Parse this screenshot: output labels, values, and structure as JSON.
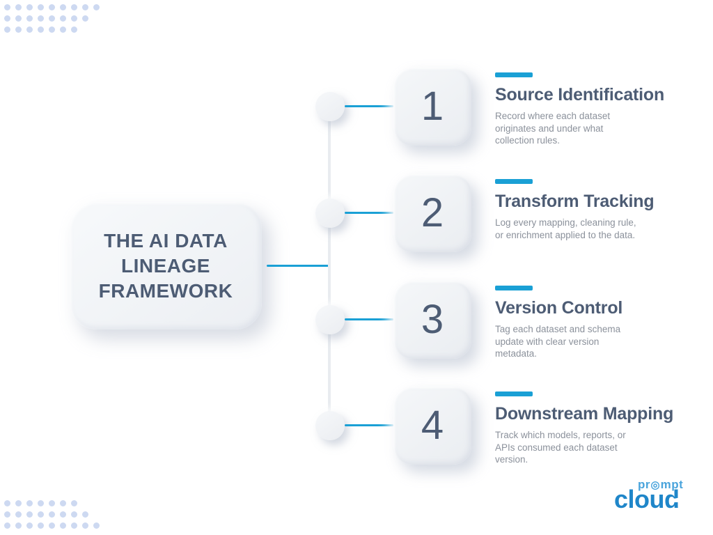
{
  "theme": {
    "accent": "#1aa0d5",
    "heading": "#4d5c74",
    "body": "#8b919b",
    "card_bg": "#eef0f4",
    "line": "#e9ecf0",
    "dot": "#cdd9f1",
    "logo_light": "#4aa4dc",
    "logo_blue": "#1f86c9",
    "bg": "#ffffff"
  },
  "decor": {
    "top_left_rows": [
      9,
      8,
      7
    ],
    "bottom_left_rows": [
      7,
      8,
      9
    ]
  },
  "title_card": {
    "lines": [
      "THE AI DATA",
      "LINEAGE",
      "FRAMEWORK"
    ]
  },
  "steps": [
    {
      "number": "1",
      "heading": "Source Identification",
      "body_lines": [
        "Record where each dataset",
        "originates and under what",
        "collection rules."
      ]
    },
    {
      "number": "2",
      "heading": "Transform Tracking",
      "body_lines": [
        "Log every mapping, cleaning rule,",
        "or enrichment applied to the data."
      ]
    },
    {
      "number": "3",
      "heading": "Version Control",
      "body_lines": [
        "Tag each dataset and schema",
        "update with clear version",
        "metadata."
      ]
    },
    {
      "number": "4",
      "heading": "Downstream Mapping",
      "body_lines": [
        "Track which models, reports, or",
        "APIs consumed each dataset",
        "version."
      ]
    }
  ],
  "logo": {
    "prompt_pre": "pr",
    "prompt_post": "mpt",
    "cloud_text": "cloud"
  },
  "icons": {
    "target": "◎",
    "cloud": "☁"
  }
}
